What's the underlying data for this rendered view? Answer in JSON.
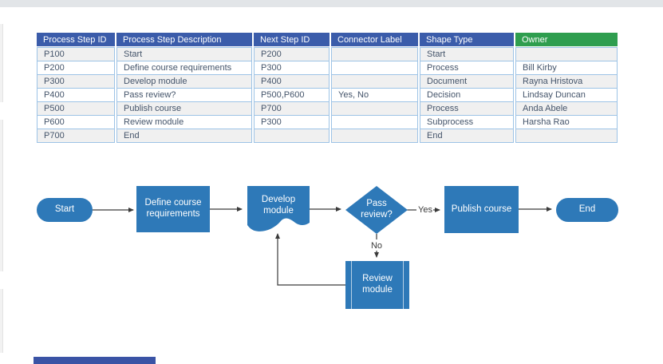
{
  "colors": {
    "top_bar": "#e2e5e8",
    "header_blue": "#3b5caa",
    "header_green": "#2f9e4f",
    "cell_text": "#44546a",
    "cell_border": "#9dc3e6",
    "row_alt_bg": "#f0f0f0",
    "shape_fill": "#2e79b8",
    "connector": "#3a3a3a",
    "footer_bar": "#3a53a5"
  },
  "table": {
    "columns": [
      {
        "label": "Process Step ID",
        "width": 98
      },
      {
        "label": "Process Step Description",
        "width": 170
      },
      {
        "label": "Next Step ID",
        "width": 95
      },
      {
        "label": "Connector Label",
        "width": 109
      },
      {
        "label": "Shape Type",
        "width": 118
      },
      {
        "label": "Owner",
        "width": 128
      }
    ],
    "rows": [
      [
        "P100",
        "Start",
        "P200",
        "",
        "Start",
        ""
      ],
      [
        "P200",
        "Define course requirements",
        "P300",
        "",
        "Process",
        "Bill Kirby"
      ],
      [
        "P300",
        "Develop module",
        "P400",
        "",
        "Document",
        "Rayna Hristova"
      ],
      [
        "P400",
        "Pass review?",
        "P500,P600",
        "Yes, No",
        "Decision",
        "Lindsay Duncan"
      ],
      [
        "P500",
        "Publish course",
        "P700",
        "",
        "Process",
        "Anda Abele"
      ],
      [
        "P600",
        "Review module",
        "P300",
        "",
        "Subprocess",
        "Harsha Rao"
      ],
      [
        "P700",
        "End",
        "",
        "",
        "End",
        ""
      ]
    ]
  },
  "flowchart": {
    "nodes": [
      {
        "id": "start",
        "type": "start",
        "label": "Start"
      },
      {
        "id": "define",
        "type": "process",
        "label": "Define course requirements"
      },
      {
        "id": "develop",
        "type": "document",
        "label": "Develop module"
      },
      {
        "id": "decision",
        "type": "decision",
        "label": "Pass review?"
      },
      {
        "id": "publish",
        "type": "process",
        "label": "Publish course"
      },
      {
        "id": "end",
        "type": "end",
        "label": "End"
      },
      {
        "id": "review",
        "type": "subprocess",
        "label": "Review module"
      }
    ],
    "edge_labels": {
      "yes": "Yes",
      "no": "No"
    }
  }
}
